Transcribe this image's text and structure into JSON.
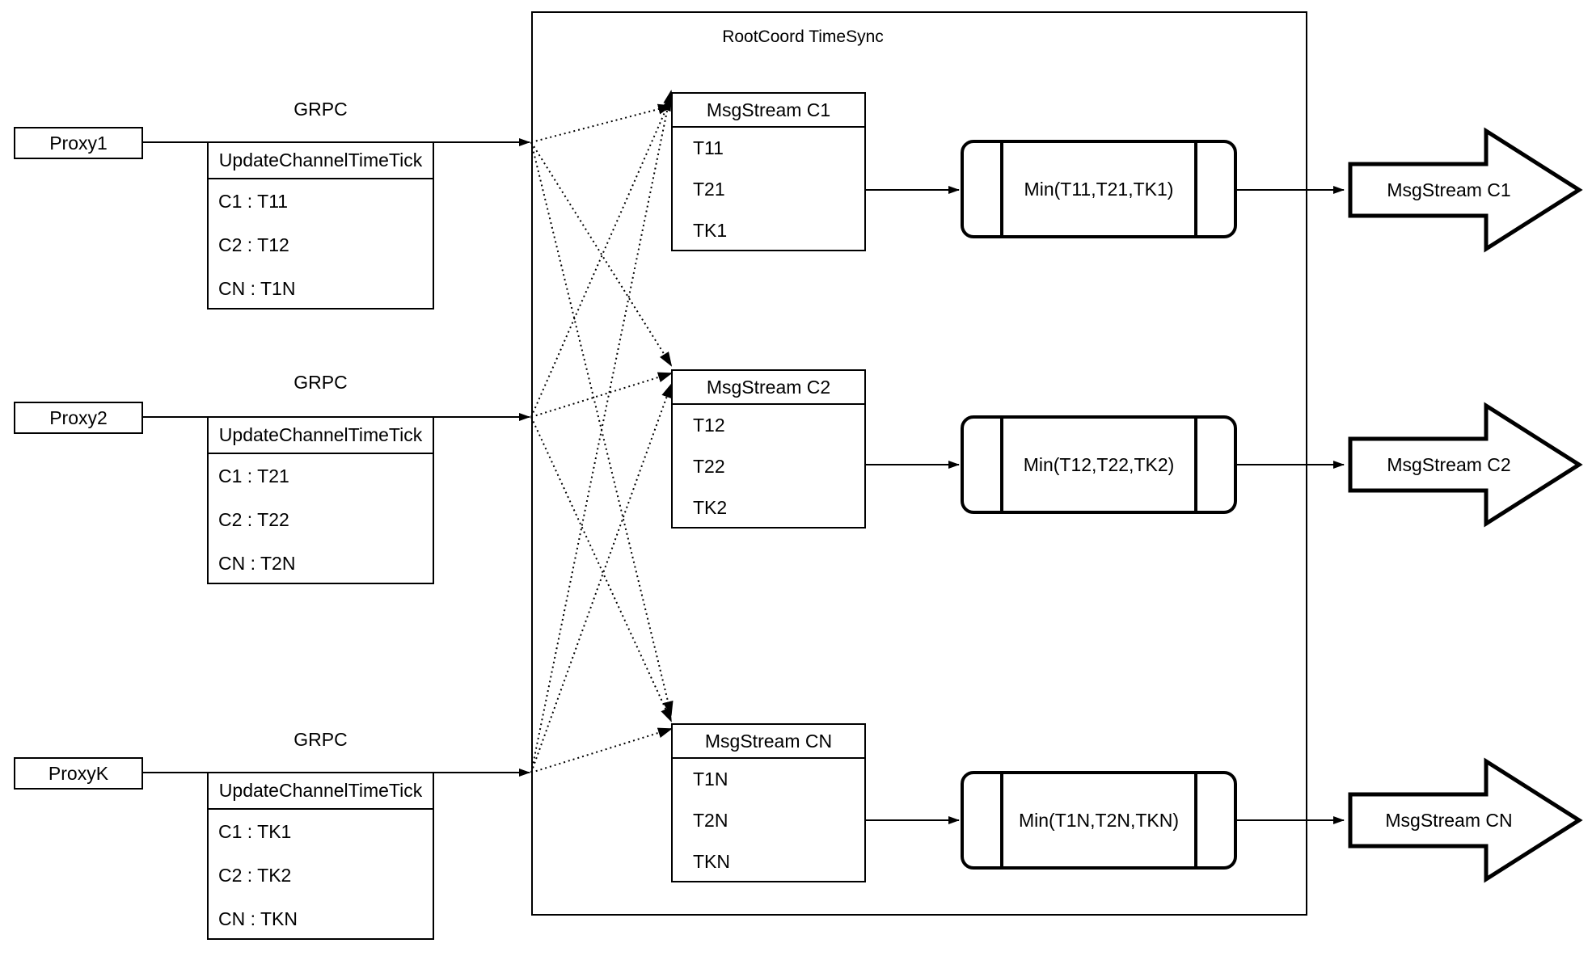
{
  "title": "RootCoord TimeSync",
  "colors": {
    "line": "#000000",
    "background": "#ffffff"
  },
  "proxies": [
    {
      "name": "Proxy1",
      "grpc": "GRPC",
      "table": {
        "header": "UpdateChannelTimeTick",
        "rows": [
          "C1 : T11",
          "C2 : T12",
          "CN : T1N"
        ]
      }
    },
    {
      "name": "Proxy2",
      "grpc": "GRPC",
      "table": {
        "header": "UpdateChannelTimeTick",
        "rows": [
          "C1 : T21",
          "C2 : T22",
          "CN : T2N"
        ]
      }
    },
    {
      "name": "ProxyK",
      "grpc": "GRPC",
      "table": {
        "header": "UpdateChannelTimeTick",
        "rows": [
          "C1 : TK1",
          "C2 : TK2",
          "CN : TKN"
        ]
      }
    }
  ],
  "streams": [
    {
      "msgstream_header": "MsgStream C1",
      "ticks": [
        "T11",
        "T21",
        "TK1"
      ],
      "min_label": "Min(T11,T21,TK1)",
      "output_label": "MsgStream C1"
    },
    {
      "msgstream_header": "MsgStream C2",
      "ticks": [
        "T12",
        "T22",
        "TK2"
      ],
      "min_label": "Min(T12,T22,TK2)",
      "output_label": "MsgStream C2"
    },
    {
      "msgstream_header": "MsgStream CN",
      "ticks": [
        "T1N",
        "T2N",
        "TKN"
      ],
      "min_label": "Min(T1N,T2N,TKN)",
      "output_label": "MsgStream CN"
    }
  ]
}
